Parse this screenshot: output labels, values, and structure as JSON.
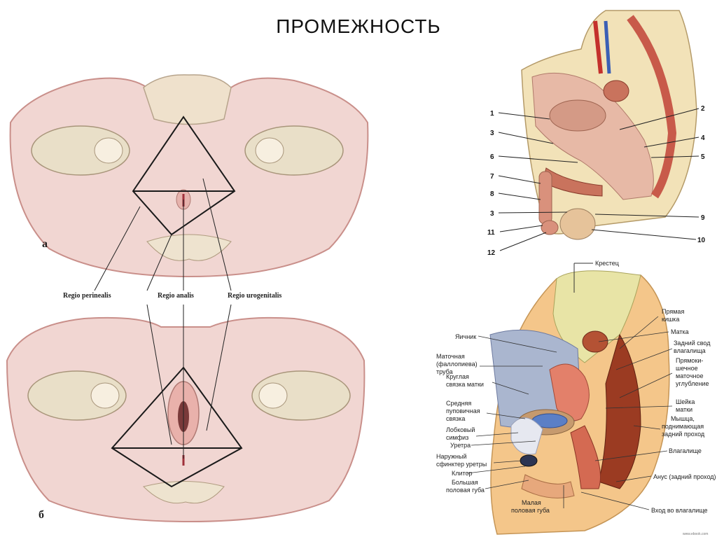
{
  "title": "ПРОМЕЖНОСТЬ",
  "left": {
    "letter_a": "а",
    "letter_b": "б",
    "regions": [
      "Regio perinealis",
      "Regio analis",
      "Regio urogenitalis"
    ]
  },
  "top_right": {
    "numbers": [
      "1",
      "2",
      "3",
      "4",
      "5",
      "6",
      "7",
      "8",
      "3",
      "9",
      "11",
      "10",
      "12"
    ]
  },
  "bottom_right": {
    "labels": [
      "Крестец",
      "Прямая кишка",
      "Матка",
      "Задний свод влагалища",
      "Прямоки-шечное маточное углубление",
      "Шейка матки",
      "Мышца, поднимающая задний проход",
      "Влагалище",
      "Анус (задний проход)",
      "Вход во влагалище",
      "Яичник",
      "Маточная (фаллопиева) труба",
      "Круглая связка матки",
      "Средняя пупо­вичная связка",
      "Лобковый симфиз",
      "Уретра",
      "Наружный сфинктер уретры",
      "Клитор",
      "Большая половая губа",
      "Малая половая губа"
    ],
    "watermark": "www.ebook.com"
  }
}
